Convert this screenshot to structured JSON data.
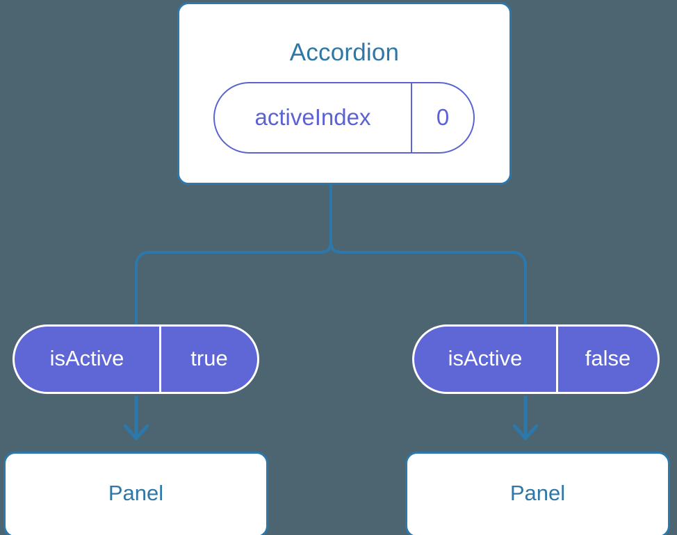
{
  "diagram": {
    "type": "component-tree",
    "background_color": "#4c6571",
    "accent_blue": "#2d78ab",
    "accent_purple": "#5f67d6",
    "root": {
      "title": "Accordion",
      "state": {
        "key": "activeIndex",
        "value": "0"
      }
    },
    "branches": [
      {
        "prop": {
          "key": "isActive",
          "value": "true"
        },
        "child": {
          "title": "Panel"
        }
      },
      {
        "prop": {
          "key": "isActive",
          "value": "false"
        },
        "child": {
          "title": "Panel"
        }
      }
    ]
  }
}
